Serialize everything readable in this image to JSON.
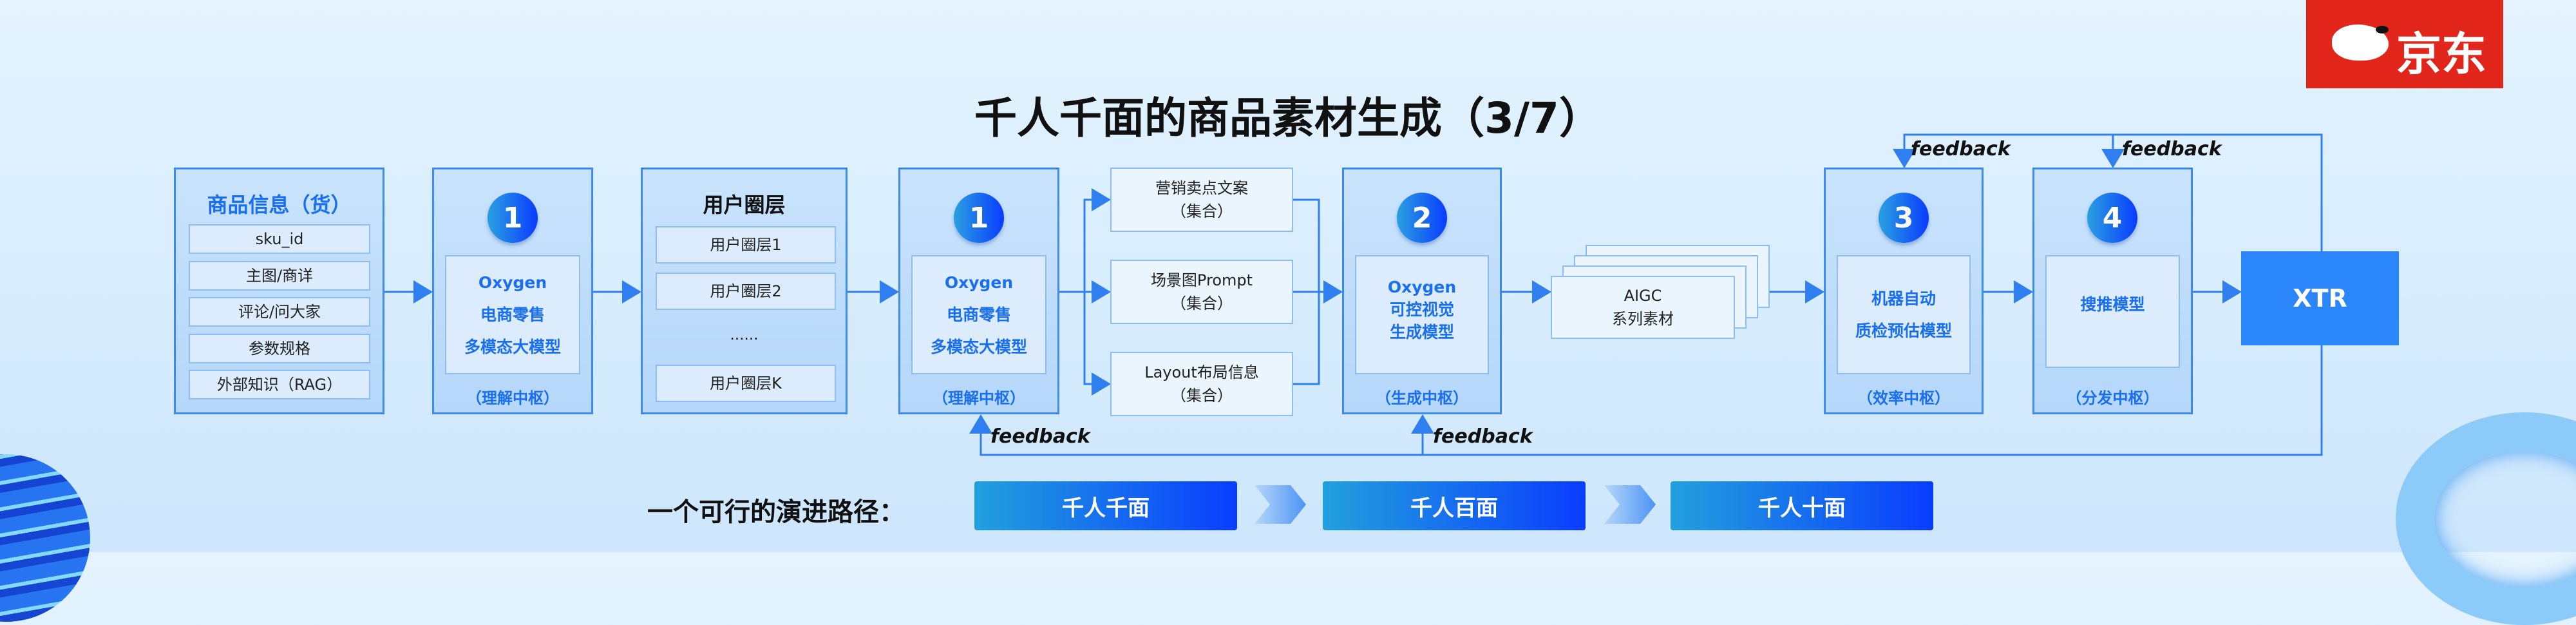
{
  "title": "千人千面的商品素材生成（3/7）",
  "logo": {
    "text": "京东",
    "icon": "jd-dog-logo"
  },
  "product_info": {
    "title": "商品信息（货）",
    "items": [
      "sku_id",
      "主图/商详",
      "评论/问大家",
      "参数规格",
      "外部知识（RAG）"
    ]
  },
  "hub1a": {
    "number": "1",
    "lines": [
      "Oxygen",
      "电商零售",
      "多模态大模型"
    ],
    "label": "（理解中枢）"
  },
  "user_layers": {
    "title": "用户圈层",
    "items": [
      "用户圈层1",
      "用户圈层2",
      "……",
      "用户圈层K"
    ]
  },
  "hub1b": {
    "number": "1",
    "lines": [
      "Oxygen",
      "电商零售",
      "多模态大模型"
    ],
    "label": "（理解中枢）"
  },
  "sets": [
    {
      "line1": "营销卖点文案",
      "line2": "（集合）"
    },
    {
      "line1": "场景图Prompt",
      "line2": "（集合）"
    },
    {
      "line1": "Layout布局信息",
      "line2": "（集合）"
    }
  ],
  "hub2": {
    "number": "2",
    "lines": [
      "Oxygen",
      "可控视觉",
      "生成模型"
    ],
    "label": "（生成中枢）"
  },
  "aigc": {
    "line1": "AIGC",
    "line2": "系列素材"
  },
  "hub3": {
    "number": "3",
    "lines": [
      "机器自动",
      "质检预估模型"
    ],
    "label": "（效率中枢）"
  },
  "hub4": {
    "number": "4",
    "lines": [
      "搜推模型"
    ],
    "label": "（分发中枢）"
  },
  "xtr": "XTR",
  "feedback": [
    "feedback",
    "feedback",
    "feedback",
    "feedback"
  ],
  "path": {
    "label": "一个可行的演进路径：",
    "steps": [
      "千人千面",
      "千人百面",
      "千人十面"
    ]
  },
  "colors": {
    "accent": "#1a6ff0",
    "line": "#2f7ff0",
    "logo_red": "#e1251b",
    "xtr": "#2b86fc"
  }
}
